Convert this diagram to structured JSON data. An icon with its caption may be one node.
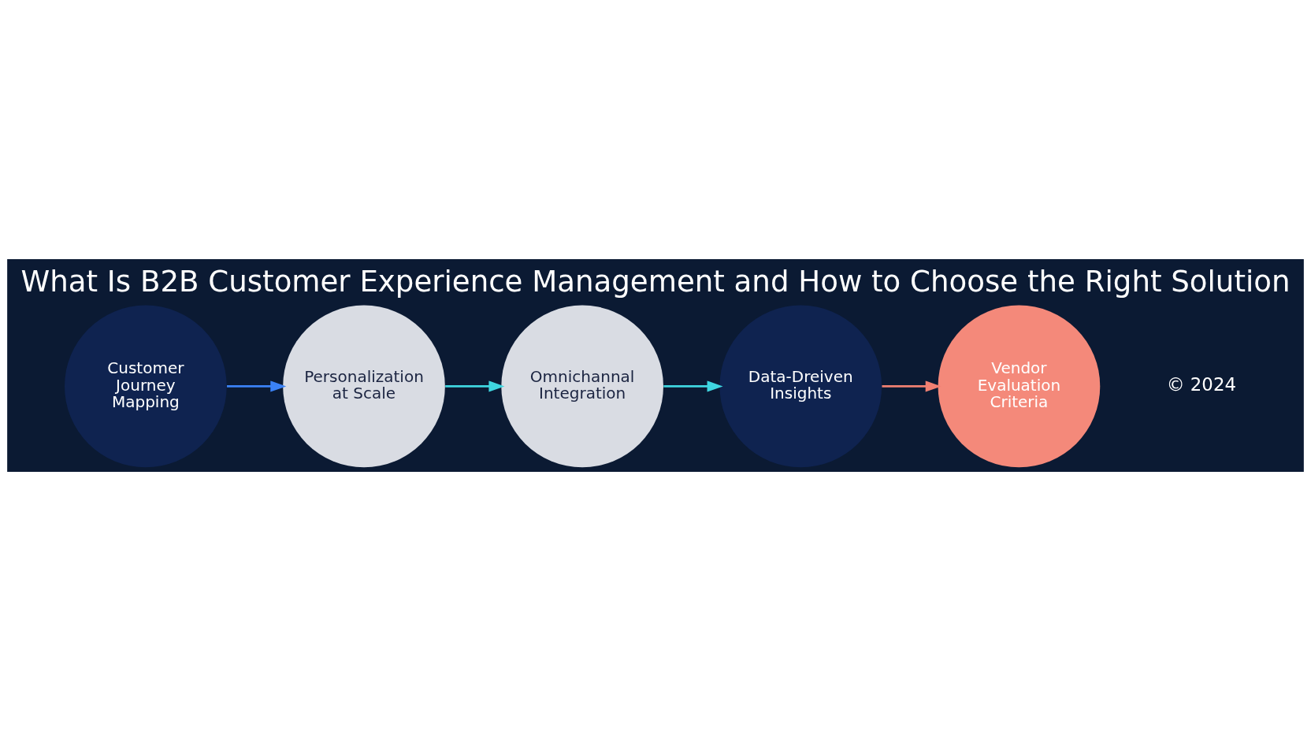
{
  "diagram": {
    "title": "What Is B2B Customer Experience Management and How to Choose the Right Solution",
    "nodes": [
      {
        "text": [
          "Customer Journey Mapping"
        ]
      },
      {
        "text": [
          "Personalization at Scale"
        ]
      },
      {
        "text": [
          "Omnichannal Integration"
        ]
      },
      {
        "text": [
          "Data-Dreiven Insights"
        ]
      },
      {
        "text": [
          "Vendor Evaluation Criteria"
        ]
      }
    ],
    "edges": [
      {
        "from": 0,
        "to": 1,
        "arrow": "to",
        "color": "#3b82f6"
      },
      {
        "from": 1,
        "to": 2,
        "arrow": "to"
      },
      {
        "from": 2,
        "to": 3,
        "arrow": "to"
      },
      {
        "from": 3,
        "to": 4,
        "arrow": "to",
        "color": "#f08072"
      }
    ],
    "labels": [
      "© 2024"
    ]
  }
}
